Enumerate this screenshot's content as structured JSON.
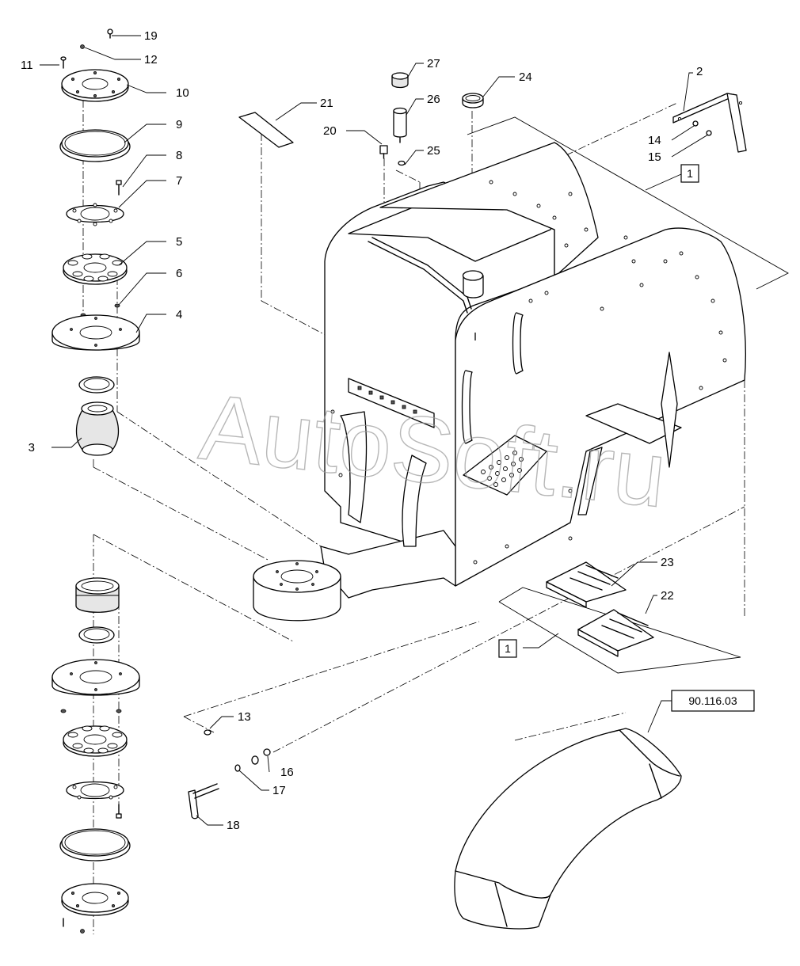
{
  "diagram": {
    "callouts": [
      "1",
      "2",
      "3",
      "4",
      "5",
      "6",
      "7",
      "8",
      "9",
      "10",
      "11",
      "12",
      "13",
      "14",
      "15",
      "16",
      "17",
      "18",
      "19",
      "20",
      "21",
      "22",
      "23",
      "24",
      "25",
      "26",
      "27"
    ],
    "boxed_refs": {
      "frame_top": "1",
      "frame_bottom": "1",
      "cross_ref": "90.116.03"
    },
    "watermark": "AutoSoft.ru"
  }
}
